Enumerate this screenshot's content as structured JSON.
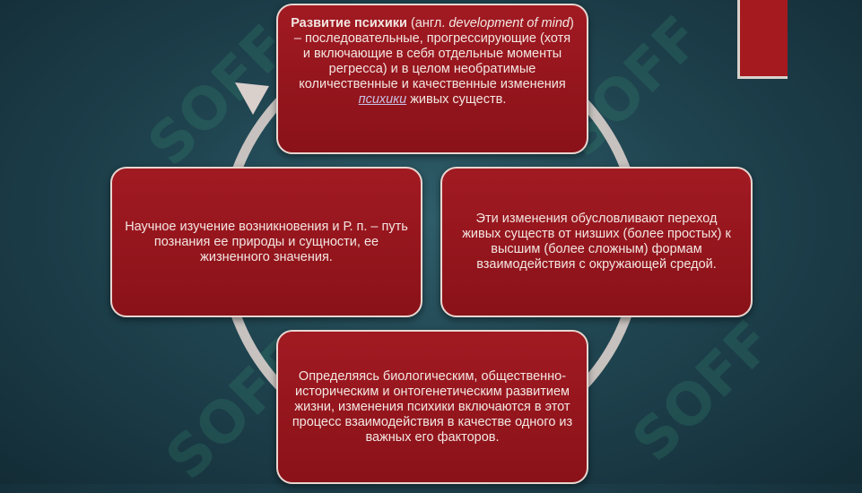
{
  "slide": {
    "top": {
      "term": "Развитие психики",
      "lang_prefix": "(англ. ",
      "lang_term": "development of mind",
      "rest": ") – последовательные, прогрессирующие (хотя и включающие в себя отдельные моменты регресса) и в целом необратимые количественные и качественные изменения ",
      "link": "психики",
      "tail": " живых существ."
    },
    "right": {
      "text": "Эти изменения обусловливают переход живых существ от низших (более простых) к высшим (более сложным) формам взаимодействия с окружающей средой."
    },
    "bottom": {
      "text": "Определяясь биологическим, общественно-историческим и онтогенетическим развитием жизни, изменения психики включаются в этот процесс взаимодействия в качестве одного из важных его факторов."
    },
    "left": {
      "text": "Научное изучение возникновения и Р. п. – путь познания ее природы и сущности, ее жизненного значения."
    }
  },
  "colors": {
    "box_fill": "#9a161e",
    "ring": "#d9cfcb",
    "accent_bar": "#a51a1f"
  },
  "watermark": {
    "text": "SOFF"
  }
}
